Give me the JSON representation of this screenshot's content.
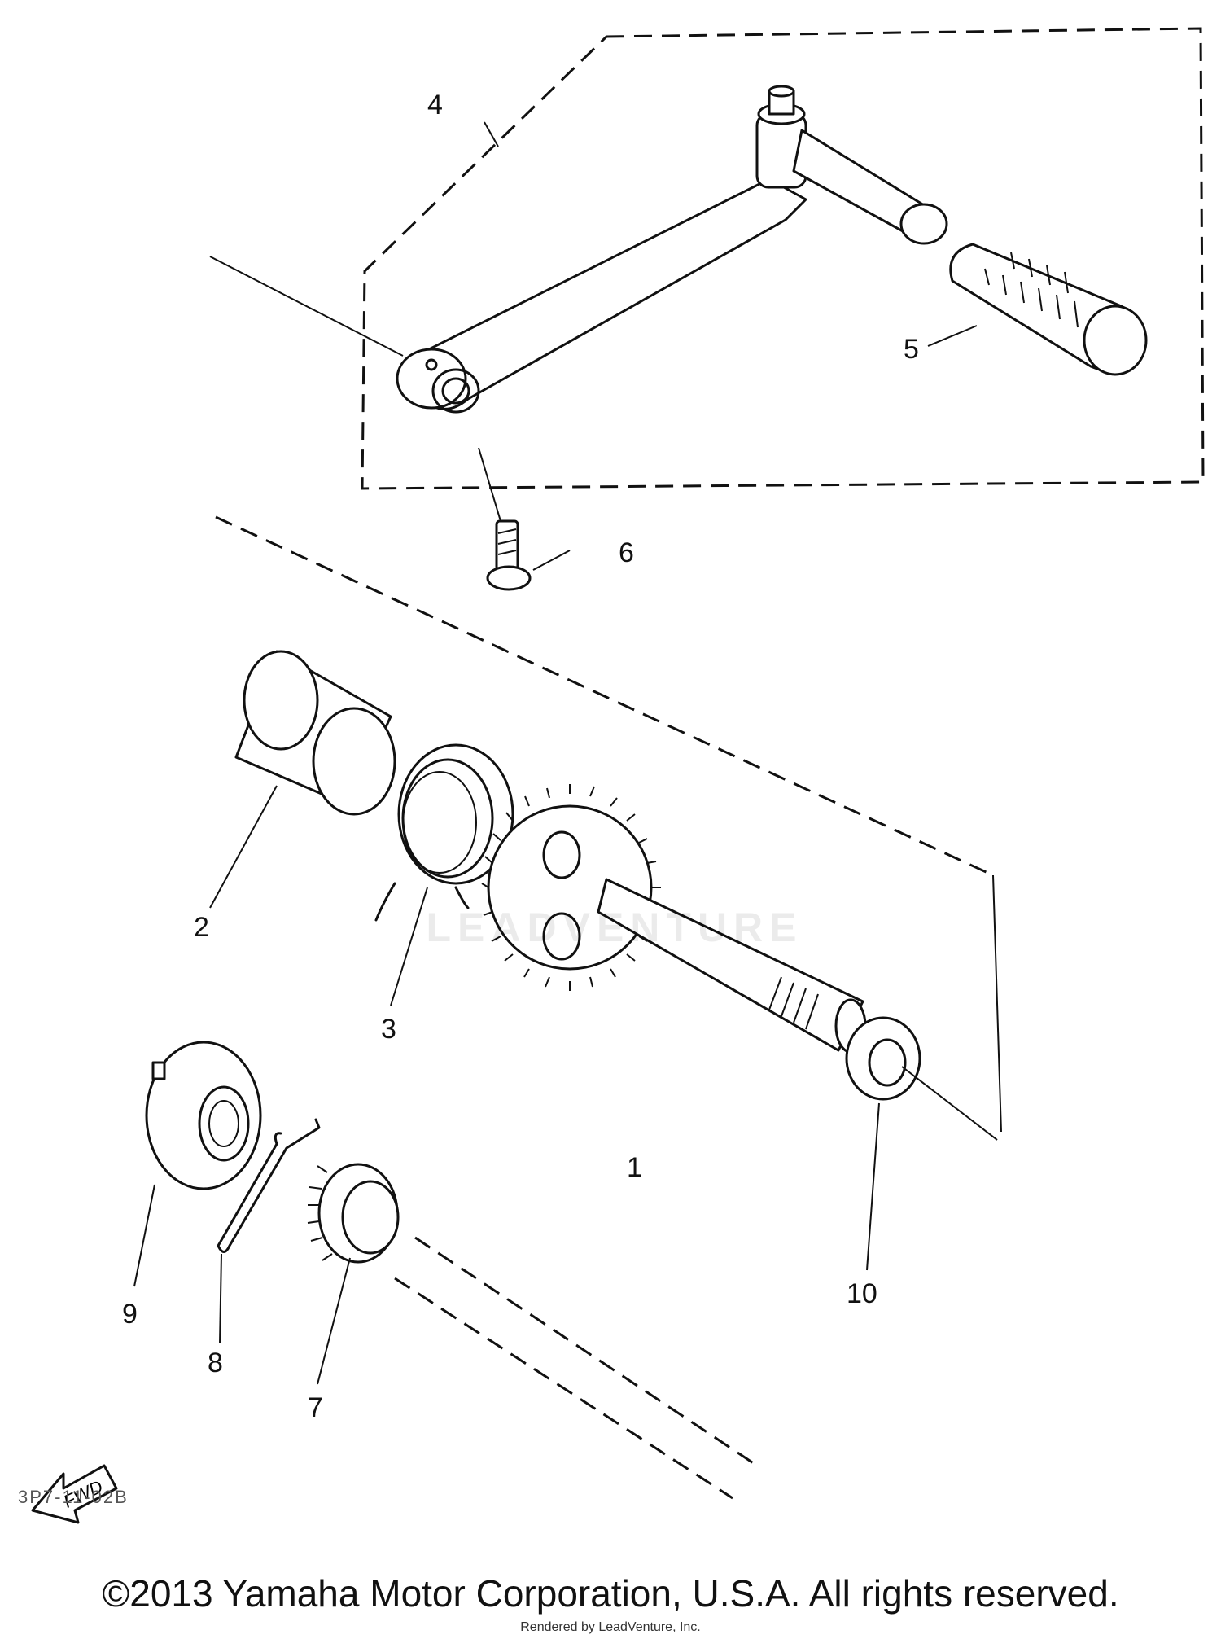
{
  "parts": {
    "callouts": [
      "1",
      "2",
      "3",
      "4",
      "5",
      "6",
      "7",
      "8",
      "9",
      "10"
    ]
  },
  "fwd_arrow_label": "FWD",
  "diagram_code": "3P7-11-02B",
  "watermark_text": "LEADVENTURE",
  "copyright": "©2013 Yamaha Motor Corporation, U.S.A. All rights reserved.",
  "rendered_by": "Rendered by LeadVenture, Inc."
}
